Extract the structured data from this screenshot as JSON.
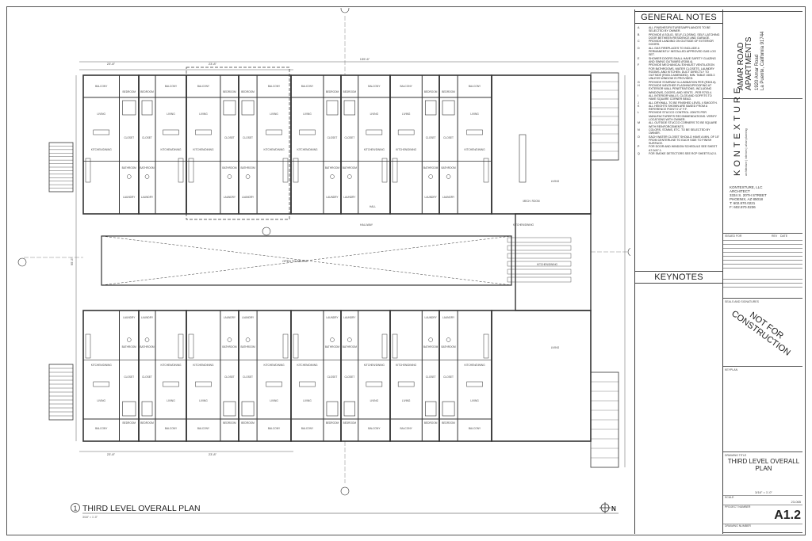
{
  "sheet": {
    "plan_title": "THIRD LEVEL OVERALL PLAN",
    "plan_number": "1",
    "plan_scale": "3/16\" = 1'-0\"",
    "open_to_below": "OPEN TO BELOW",
    "north_label": "N",
    "dims": {
      "top_left": "23'-8\"",
      "top_mid": "23'-8\"",
      "overall": "135'-6\"",
      "bottom_left": "23'-8\"",
      "bottom_mid": "23'-8\"",
      "side": "95'-5\""
    },
    "room_labels": {
      "balcony": "BALCONY",
      "bedroom": "BEDROOM",
      "living": "LIVING",
      "closet": "CLOSET",
      "bathroom": "BATHROOM",
      "laundry": "LAUNDRY",
      "kitchen": "KITCHEN/DINING",
      "hall": "HALL",
      "mech": "MECH. ROOM",
      "hallway": "HALLWAY"
    }
  },
  "general_notes": {
    "title": "GENERAL NOTES",
    "items": [
      {
        "key": "A",
        "text": "ALL FINISHES/FIXTURES/APPLIANCES TO BE SELECTED BY OWNER."
      },
      {
        "key": "B",
        "text": "PROVIDE A SOLID, SELF-CLOSING, SELF-LATCHING DOOR BETWEEN RESIDENCE AND GARAGE."
      },
      {
        "key": "C",
        "text": "PROVIDE LANDING ON OUTSIDE OF EXTERIOR DOORS."
      },
      {
        "key": "D",
        "text": "ALL GAS FIREPLACES TO INCLUDE A PERMANENTLY INSTALLED APPROVED GAS LOG SET."
      },
      {
        "key": "E",
        "text": "SHOWER DOORS SHALL HAVE SAFETY GLAZING AND SWING OUTWARD (R308.4)."
      },
      {
        "key": "F",
        "text": "PROVIDE MECHANICAL EXHAUST VENTILATION FOR BATHROOMS, WATER CLOSETS, LAUNDRY ROOMS, AND KITCHEN. DUCT DIRECTLY TO OUTSIDE (R303.3 AMENDED). MIN. TABLE 1505.3 UNLESS WINDOW IS PROVIDED."
      },
      {
        "key": "G",
        "text": "PROVIDE STAIRWAY ILLUMINATION PER (R303.6)."
      },
      {
        "key": "H",
        "text": "PROVIDE WEATHER FLASHING/PROOFING AT EXTERIOR WALL PENETRATIONS, INCLUDING WINDOWS, DOORS, AND VENTS - PER R703.4."
      },
      {
        "key": "I",
        "text": "ALL INTERIOR WALLS, CLGS AND SOFFITS TO HAVE SQUARE CORNER BEAD."
      },
      {
        "key": "J",
        "text": "ALL DRYWALL TO BE FINISHED LEVEL 4 SMOOTH."
      },
      {
        "key": "K",
        "text": "ALL HEIGHTS SHOWN ARE BASED FROM A REFERENCE POINT 0'-0\" F.F."
      },
      {
        "key": "L",
        "text": "PROVIDE STUCCO CONTROL JOINTS PER MANUFACTURER'S RECOMMENDATIONS. VERIFY LOCATIONS WITH OWNER."
      },
      {
        "key": "M",
        "text": "ALL OUTSIDE STUCCO CORNERS TO BE SQUARE WITH REINFORCEMENTS."
      },
      {
        "key": "N",
        "text": "COLORS, STAINS, ETC. TO BE SELECTED BY OWNER."
      },
      {
        "key": "O",
        "text": "EACH WATER CLOSET SHOULD HAVE A MIN. OF 15\" FROM CENTERLINE TO EACH SIDE TO FINISH SURFACE."
      },
      {
        "key": "P",
        "text": "FOR DOOR AND WINDOW SCHEDULE SEE SHEET A7.0/A7.1."
      },
      {
        "key": "Q",
        "text": "FOR SMOKE DETECTORS SEE RCP SHEETS A2.0."
      }
    ]
  },
  "keynotes": {
    "title": "KEYNOTES"
  },
  "title_block": {
    "project_name": "AMAR ROAD APARTMENTS",
    "project_address_1": "1920 Amar Road",
    "project_address_2": "La Puente, California 91744",
    "firm_logo": "KONTEXTURE",
    "firm_tagline": "architecture | interiors | urban planning",
    "firm_name": "KONTEXTURE, LLC",
    "firm_role": "ARCHITECT",
    "firm_street": "3334 S. 20TH STREET",
    "firm_city": "PHOENIX, AZ 85018",
    "firm_phone": "T: 602.870.0221",
    "firm_fax": "F: 602.870.0236",
    "issued_for_label": "ISSUED FOR",
    "rev_label": "REV",
    "date_label": "DATE",
    "seals_label": "SEALS AND SIGNATURES",
    "stamp": "NOT FOR CONSTRUCTION",
    "keyplan_label": "KEYPLAN",
    "drawing_title_label": "DRAWING TITLE",
    "drawing_title": "THIRD LEVEL OVERALL PLAN",
    "scale_value": "3/16\" = 1'-0\"",
    "scale_label": "SCALE",
    "project_number": "23-065",
    "project_number_label": "PROJECT NUMBER",
    "drawing_number": "A1.2",
    "drawing_number_label": "DRAWING NUMBER"
  }
}
